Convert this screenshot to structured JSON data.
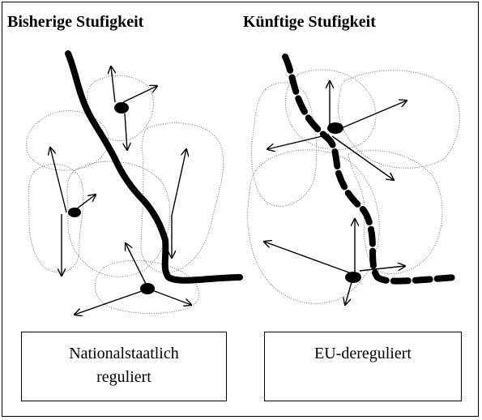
{
  "headings": {
    "left": "Bisherige Stufigkeit",
    "right": "Künftige Stufigkeit"
  },
  "labels": {
    "left": "Nationalstaatlich\nreguliert",
    "right": "EU-dereguliert"
  },
  "colors": {
    "ink": "#000000",
    "region_outline": "#777777",
    "background": "#ffffff"
  }
}
